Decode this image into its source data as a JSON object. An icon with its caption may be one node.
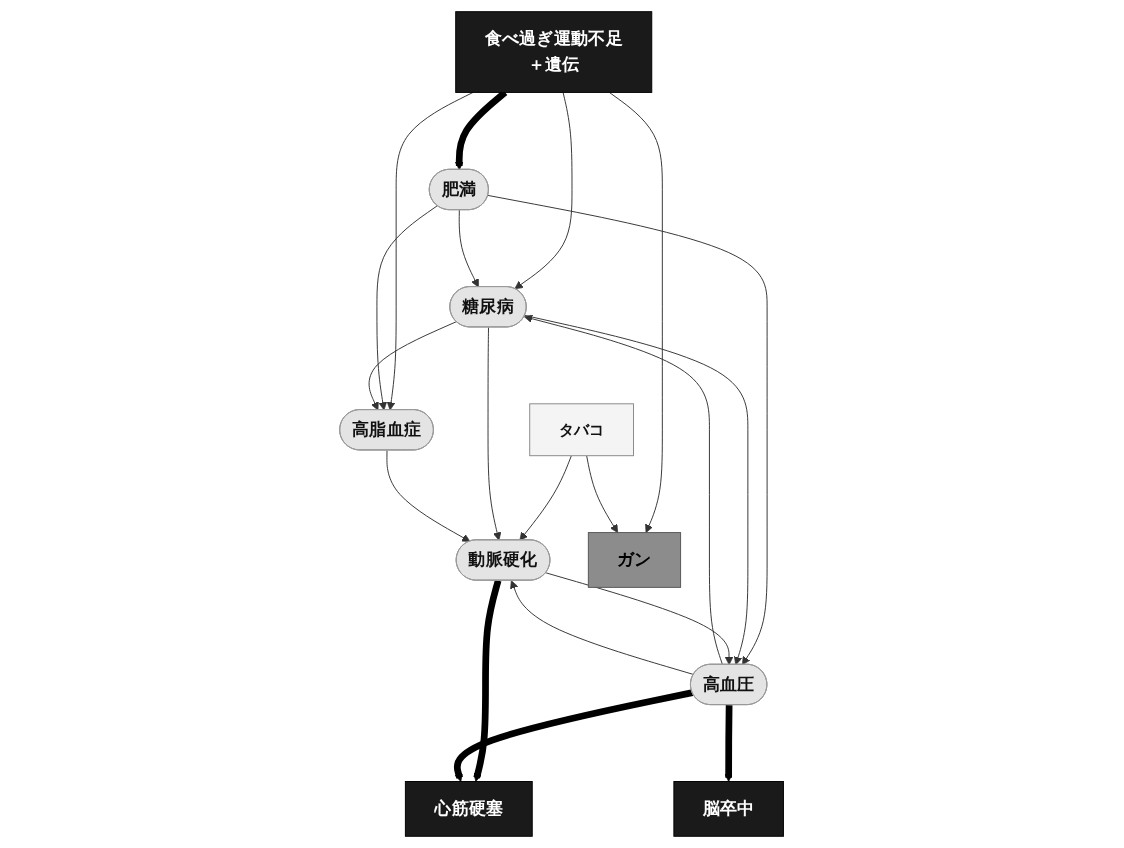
{
  "diagram": {
    "nodes": [
      {
        "text": [
          "食べ過ぎ運動不足",
          "＋遺伝"
        ]
      },
      {
        "text": [
          "肥満"
        ]
      },
      {
        "text": [
          "高脂血症"
        ]
      },
      {
        "text": [
          "糖尿病"
        ]
      },
      {
        "text": [
          "動脈硬化"
        ]
      },
      {
        "text": [
          "高血圧"
        ]
      },
      {
        "text": [
          "タバコ"
        ]
      },
      {
        "text": [
          "ガン"
        ]
      },
      {
        "text": [
          "心筋硬塞"
        ]
      },
      {
        "text": [
          "脳卒中"
        ]
      }
    ],
    "edges": [
      {
        "from": 0,
        "to": 1,
        "arrow": "to",
        "style": "thick"
      },
      {
        "from": 0,
        "to": 3,
        "arrow": "to"
      },
      {
        "from": 0,
        "to": 2,
        "arrow": "to"
      },
      {
        "from": 0,
        "to": 7,
        "arrow": "to"
      },
      {
        "from": 6,
        "to": 7,
        "arrow": "to"
      },
      {
        "from": 1,
        "to": 3,
        "arrow": "to"
      },
      {
        "from": 1,
        "to": 2,
        "arrow": "to"
      },
      {
        "from": 1,
        "to": 5,
        "arrow": "to"
      },
      {
        "from": 6,
        "to": 4,
        "arrow": "to"
      },
      {
        "from": 3,
        "to": 2,
        "arrow": "to"
      },
      {
        "from": 3,
        "to": 4,
        "arrow": "to"
      },
      {
        "from": 3,
        "to": 5,
        "arrow": "to"
      },
      {
        "from": 5,
        "to": 3,
        "arrow": "to"
      },
      {
        "from": 2,
        "to": 4,
        "arrow": "to"
      },
      {
        "from": 4,
        "to": 5,
        "arrow": "to"
      },
      {
        "from": 5,
        "to": 4,
        "arrow": "to"
      },
      {
        "from": 4,
        "to": 8,
        "arrow": "to",
        "style": "thick"
      },
      {
        "from": 5,
        "to": 8,
        "arrow": "to",
        "style": "thick"
      },
      {
        "from": 5,
        "to": 9,
        "arrow": "to",
        "style": "thick"
      }
    ]
  }
}
